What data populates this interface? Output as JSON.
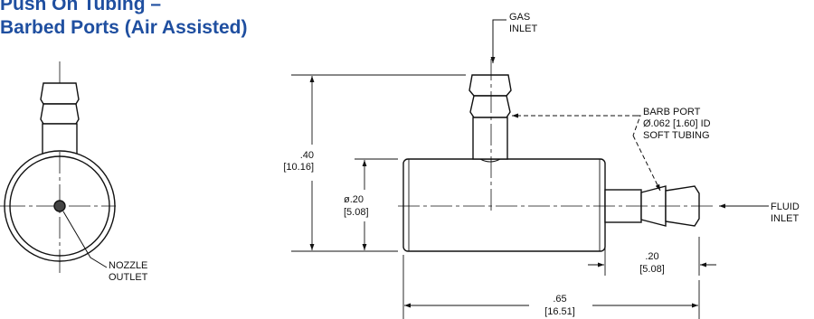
{
  "heading": {
    "line1": "Push On Tubing –",
    "line2": "Barbed Ports (Air Assisted)"
  },
  "labels": {
    "gas_inlet": [
      "GAS",
      "INLET"
    ],
    "barb_port": [
      "BARB PORT",
      "Ø.062 [1.60] ID",
      "SOFT TUBING"
    ],
    "fluid_inlet": [
      "FLUID",
      "INLET"
    ],
    "nozzle_outlet": [
      "NOZZLE",
      "OUTLET"
    ]
  },
  "dimensions": {
    "overall_height": [
      ".40",
      "[10.16]"
    ],
    "body_diameter": [
      "ø.20",
      "[5.08]"
    ],
    "barb_length": [
      ".20",
      "[5.08]"
    ],
    "overall_length": [
      ".65",
      "[16.51]"
    ]
  },
  "colors": {
    "heading": "#1f4fa0",
    "line": "#111111"
  }
}
